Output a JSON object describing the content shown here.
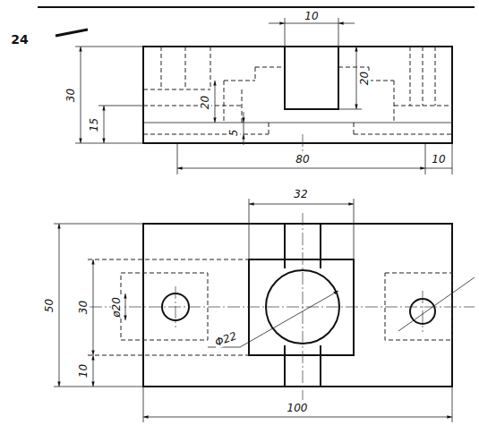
{
  "diagram": {
    "labels": [
      "24",
      "10",
      "30",
      "15",
      "20",
      "5",
      "20",
      "80",
      "10",
      "32",
      "50",
      "30",
      "ø20",
      "Φ22",
      "10",
      "100"
    ]
  }
}
